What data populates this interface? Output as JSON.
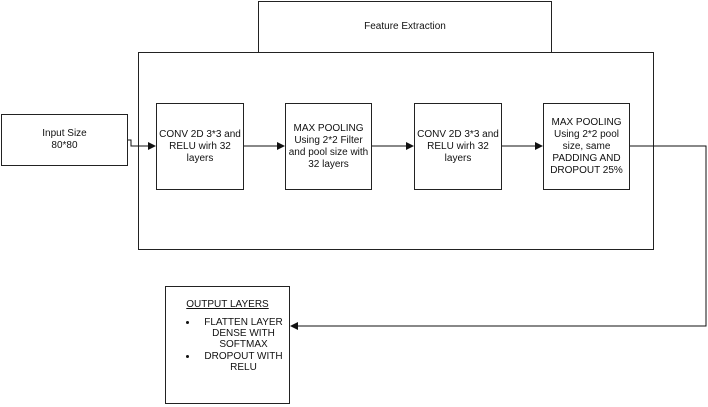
{
  "feature_extraction": {
    "title": "Feature Extraction"
  },
  "input": {
    "line1": "Input Size",
    "line2": "80*80"
  },
  "blocks": [
    {
      "label": "CONV 2D 3*3 and RELU wirh 32 layers"
    },
    {
      "label": "MAX POOLING Using 2*2 Filter and pool size with 32 layers"
    },
    {
      "label": "CONV 2D 3*3 and RELU wirh 32 layers"
    },
    {
      "label": "MAX POOLING Using 2*2 pool size, same PADDING AND DROPOUT 25%"
    }
  ],
  "output": {
    "title": "OUTPUT LAYERS",
    "items": [
      "FLATTEN LAYER DENSE WITH SOFTMAX",
      "DROPOUT WITH RELU"
    ]
  }
}
